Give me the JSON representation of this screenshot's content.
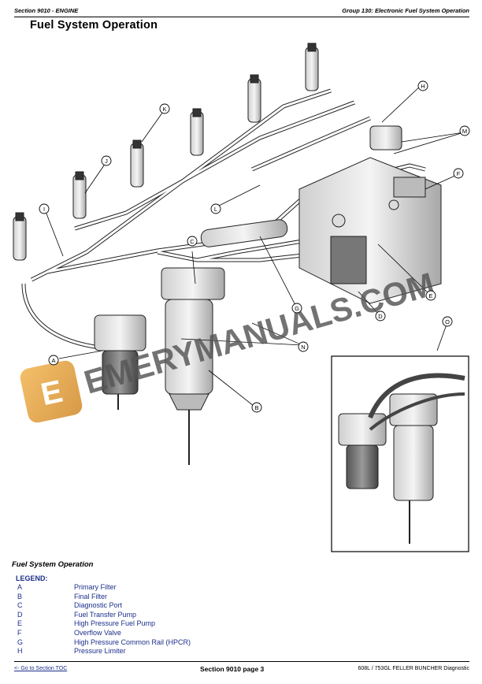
{
  "header": {
    "section": "Section 9010 - ENGINE",
    "group": "Group 130: Electronic Fuel System Operation"
  },
  "title": "Fuel System Operation",
  "figure": {
    "callouts": [
      "A",
      "B",
      "C",
      "D",
      "E",
      "F",
      "G",
      "H",
      "I",
      "J",
      "K",
      "L",
      "M",
      "N",
      "O"
    ],
    "watermark": "EMERYMANUALS.COM",
    "watermark_logo_letter": "E"
  },
  "caption": "Fuel System Operation",
  "legend": {
    "heading": "LEGEND:",
    "items": [
      {
        "key": "A",
        "desc": "Primary Filter"
      },
      {
        "key": "B",
        "desc": "Final Filter"
      },
      {
        "key": "C",
        "desc": "Diagnostic Port"
      },
      {
        "key": "D",
        "desc": "Fuel Transfer Pump"
      },
      {
        "key": "E",
        "desc": "High Pressure Fuel Pump"
      },
      {
        "key": "F",
        "desc": "Overflow Valve"
      },
      {
        "key": "G",
        "desc": "High Pressure Common Rail (HPCR)"
      },
      {
        "key": "H",
        "desc": "Pressure Limiter"
      }
    ]
  },
  "footer": {
    "toc_link": "<- Go to Section TOC",
    "page": "Section 9010 page 3",
    "model": "608L / 753GL FELLER BUNCHER Diagnostic"
  },
  "colors": {
    "legend_text": "#1b2f8a",
    "watermark_text": "#555555",
    "watermark_logo": "#e8a23a"
  }
}
